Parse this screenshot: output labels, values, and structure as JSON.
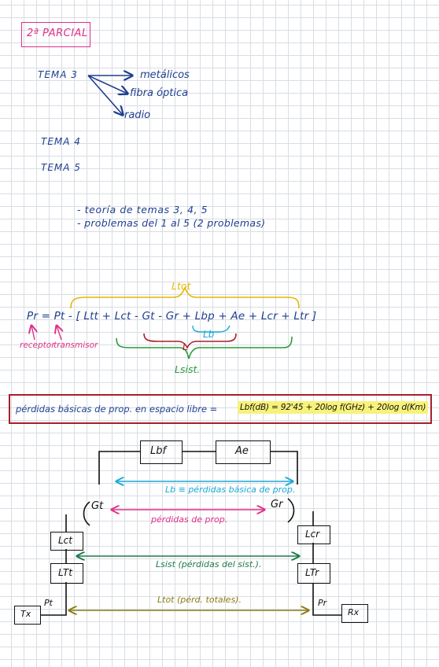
{
  "title": "2ª PARCIAL",
  "tema3": {
    "label": "TEMA 3",
    "branches": [
      "metálicos",
      "fibra óptica",
      "radio"
    ]
  },
  "tema4": "TEMA 4",
  "tema5": "TEMA 5",
  "notes": [
    "- teoría de temas 3, 4, 5",
    "- problemas del 1 al 5 (2 problemas)"
  ],
  "formula": {
    "ltot": "Ltot",
    "lhs": "Pr = Pt - [ Ltt + Lct - Gt - Gr + Lbp + Ae + Lcr + Ltr ]",
    "lb": "Lb",
    "l": "L",
    "lsist": "Lsist.",
    "receptor": "receptor",
    "transmisor": "transmisor"
  },
  "highlight": {
    "text": "pérdidas básicas de prop. en espacio libre =",
    "equation": "Lbf(dB) = 92'45 + 20log f(GHz) + 20log d(Km)"
  },
  "diagram": {
    "lbf": "Lbf",
    "ae": "Ae",
    "lb_label": "Lb ≡ pérdidas básica de prop.",
    "gt": "Gt",
    "gr": "Gr",
    "prop_label": "pérdidas de prop.",
    "lct": "Lct",
    "lcr": "Lcr",
    "ltt": "LTt",
    "ltr": "LTr",
    "lsist_label": "Lsist (pérdidas del sist.).",
    "pt": "Pt",
    "pr": "Pr",
    "tx": "Tx",
    "rx": "Rx",
    "ltot_label": "Ltot (pérd. totales)."
  }
}
